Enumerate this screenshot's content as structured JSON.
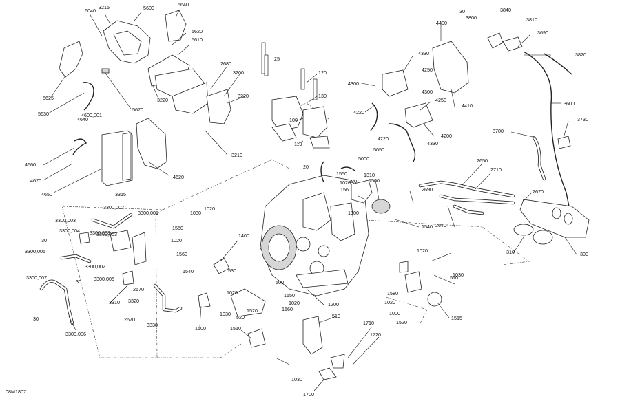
{
  "diagram": {
    "code": "08M1807",
    "labels": [
      "6040",
      "3215",
      "5600",
      "5640",
      "5620",
      "5610",
      "5625",
      "5630",
      "5670",
      "3220",
      "2680",
      "3200",
      "3220",
      "25",
      "120",
      "130",
      "100",
      "110",
      "3210",
      "4300",
      "4220",
      "4330",
      "4250",
      "4300",
      "4250",
      "4410",
      "4400",
      "4330",
      "4200",
      "4220",
      "5050",
      "5000",
      "1310",
      "30",
      "3800",
      "3840",
      "3810",
      "3690",
      "3820",
      "3600",
      "3730",
      "3700",
      "4640",
      "4600,001",
      "4620",
      "4660",
      "4670",
      "4650",
      "20",
      "1550",
      "1020",
      "1560",
      "1500",
      "220",
      "1300",
      "1540",
      "2650",
      "2710",
      "2690",
      "2640",
      "2670",
      "310",
      "300",
      "3315",
      "3300,002",
      "3300,001",
      "3300,003",
      "3300,004",
      "3300,008",
      "3300,003",
      "30",
      "3300,005",
      "3300,002",
      "3300,007",
      "3300,005",
      "3300,006",
      "30",
      "30",
      "3310",
      "2670",
      "3320",
      "2670",
      "3330",
      "1030",
      "1020",
      "1550",
      "1020",
      "1560",
      "1540",
      "1400",
      "1500",
      "530",
      "1030",
      "500",
      "1020",
      "520",
      "1520",
      "1550",
      "1020",
      "1560",
      "1200",
      "1510",
      "510",
      "1710",
      "1720",
      "1030",
      "1700",
      "1020",
      "1580",
      "1020",
      "1000",
      "1520",
      "510",
      "1030",
      "1515"
    ]
  }
}
